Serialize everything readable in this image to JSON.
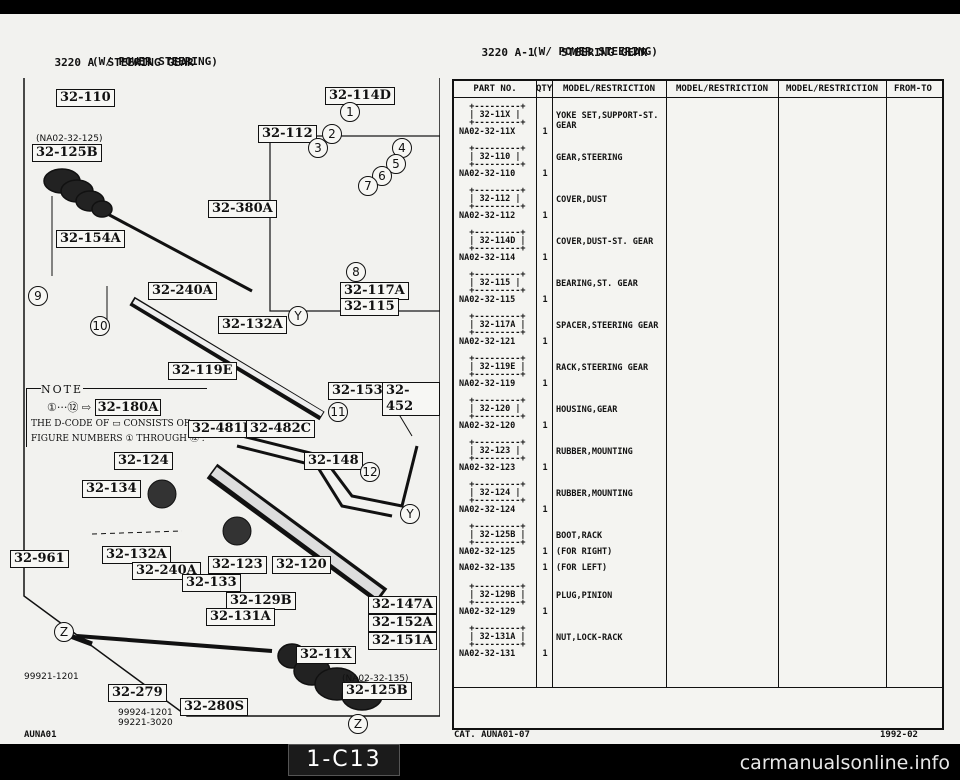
{
  "left_header": {
    "code": "3220 A",
    "title": "STEERING GEAR",
    "subtitle": "(W/ POWER STEERING)"
  },
  "right_header": {
    "code": "3220 A-1",
    "title": "STEERING GEAR",
    "subtitle": "(W/ POWER STEERING)"
  },
  "diagram": {
    "boxes": [
      "32-110",
      "32-114D",
      "32-112",
      "32-125B",
      "32-380A",
      "32-154A",
      "32-240A",
      "32-117A",
      "32-115",
      "32-132A",
      "32-119E",
      "32-180A",
      "32-153",
      "32-452",
      "32-481B",
      "32-482C",
      "32-124",
      "32-148",
      "32-134",
      "32-132A",
      "32-961",
      "32-240A",
      "32-123",
      "32-120",
      "32-133",
      "32-129B",
      "32-131A",
      "32-147A",
      "32-152A",
      "32-151A",
      "32-11X",
      "32-279",
      "32-280S",
      "32-125B"
    ],
    "callouts": [
      "1",
      "2",
      "3",
      "4",
      "5",
      "6",
      "7",
      "8",
      "9",
      "10",
      "11",
      "12",
      "Y",
      "Y",
      "Z"
    ],
    "range_label_a": "(NA02-32-125)",
    "range_label_b": "(NA02-32-135)",
    "note_title": "NOTE",
    "note_line1_a": "①···⑫ ⇨",
    "note_line2": "THE D-CODE OF",
    "note_line2b": "CONSISTS OF",
    "note_line3": "FIGURE NUMBERS ① THROUGH ⑫ .",
    "part_99921": "99921-1201",
    "part_99924": "99924-1201",
    "part_99221": "99221-3020"
  },
  "table": {
    "columns": [
      "PART NO.",
      "QTY",
      "MODEL/RESTRICTION",
      "MODEL/RESTRICTION",
      "MODEL/RESTRICTION",
      "FROM-TO"
    ],
    "rows": [
      {
        "box": "32-11X",
        "part": "NA02-32-11X",
        "qty": "1",
        "desc": "YOKE SET,SUPPORT-ST.\nGEAR"
      },
      {
        "box": "32-110",
        "part": "NA02-32-110",
        "qty": "1",
        "desc": "GEAR,STEERING"
      },
      {
        "box": "32-112",
        "part": "NA02-32-112",
        "qty": "1",
        "desc": "COVER,DUST"
      },
      {
        "box": "32-114D",
        "part": "NA02-32-114",
        "qty": "1",
        "desc": "COVER,DUST-ST. GEAR"
      },
      {
        "box": "32-115",
        "part": "NA02-32-115",
        "qty": "1",
        "desc": "BEARING,ST. GEAR"
      },
      {
        "box": "32-117A",
        "part": "NA02-32-121",
        "qty": "1",
        "desc": "SPACER,STEERING GEAR"
      },
      {
        "box": "32-119E",
        "part": "NA02-32-119",
        "qty": "1",
        "desc": "RACK,STEERING GEAR"
      },
      {
        "box": "32-120",
        "part": "NA02-32-120",
        "qty": "1",
        "desc": "HOUSING,GEAR"
      },
      {
        "box": "32-123",
        "part": "NA02-32-123",
        "qty": "1",
        "desc": "RUBBER,MOUNTING"
      },
      {
        "box": "32-124",
        "part": "NA02-32-124",
        "qty": "1",
        "desc": "RUBBER,MOUNTING"
      },
      {
        "box": "32-125B",
        "part": "NA02-32-125",
        "qty": "1",
        "desc": "BOOT,RACK",
        "extra_part": "NA02-32-135",
        "extra_qty": "1",
        "extra_desc": "(FOR LEFT)",
        "desc2": "(FOR RIGHT)"
      },
      {
        "box": "32-129B",
        "part": "NA02-32-129",
        "qty": "1",
        "desc": "PLUG,PINION"
      },
      {
        "box": "32-131A",
        "part": "NA02-32-131",
        "qty": "1",
        "desc": "NUT,LOCK-RACK"
      }
    ]
  },
  "footer": {
    "left": "AUNA01",
    "cat": "CAT. AUNA01-07",
    "date": "1992-02"
  },
  "page_badge": "1-C13",
  "watermark": "carmanualsonline.info"
}
